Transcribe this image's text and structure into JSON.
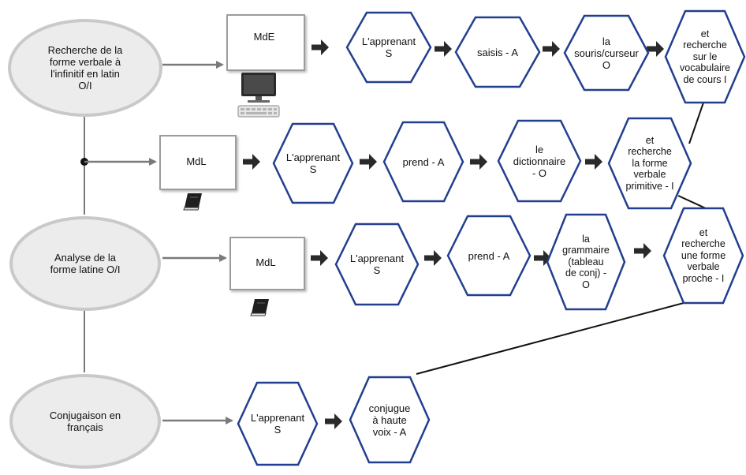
{
  "rows": [
    {
      "activity": "Recherche de la\nforme verbale à\nl'infinitif en latin\nO/I",
      "medium": "MdE",
      "medium_icon": "computer-icon",
      "steps": [
        "L'apprenant\nS",
        "saisis - A",
        "la\nsouris/curseur\nO",
        "et\nrecherche\nsur le\nvocabulaire\nde cours I"
      ]
    },
    {
      "activity": "",
      "medium": "MdL",
      "medium_icon": "book-icon",
      "steps": [
        "L'apprenant\nS",
        "prend - A",
        "le\ndictionnaire\n- O",
        "et\nrecherche\nla forme\nverbale\nprimitive - I"
      ]
    },
    {
      "activity": "Analyse de la\nforme latine O/I",
      "medium": "MdL",
      "medium_icon": "book-icon",
      "steps": [
        "L'apprenant\nS",
        "prend - A",
        "la\ngrammaire\n(tableau\nde conj) -\nO",
        "et\nrecherche\nune forme\nverbale\nproche - I"
      ]
    },
    {
      "activity": "Conjugaison en\nfrançais",
      "medium": "",
      "medium_icon": "",
      "steps": [
        "L'apprenant\nS",
        "conjugue\nà haute\nvoix - A"
      ]
    }
  ],
  "colors": {
    "hexagon_stroke": "#223f8f",
    "oval_fill": "#ececec",
    "oval_stroke": "#c9c9c9",
    "grey_arrow": "#7a7a7a",
    "black_arrow": "#2a2a2a",
    "box_stroke": "#9c9c9c"
  }
}
